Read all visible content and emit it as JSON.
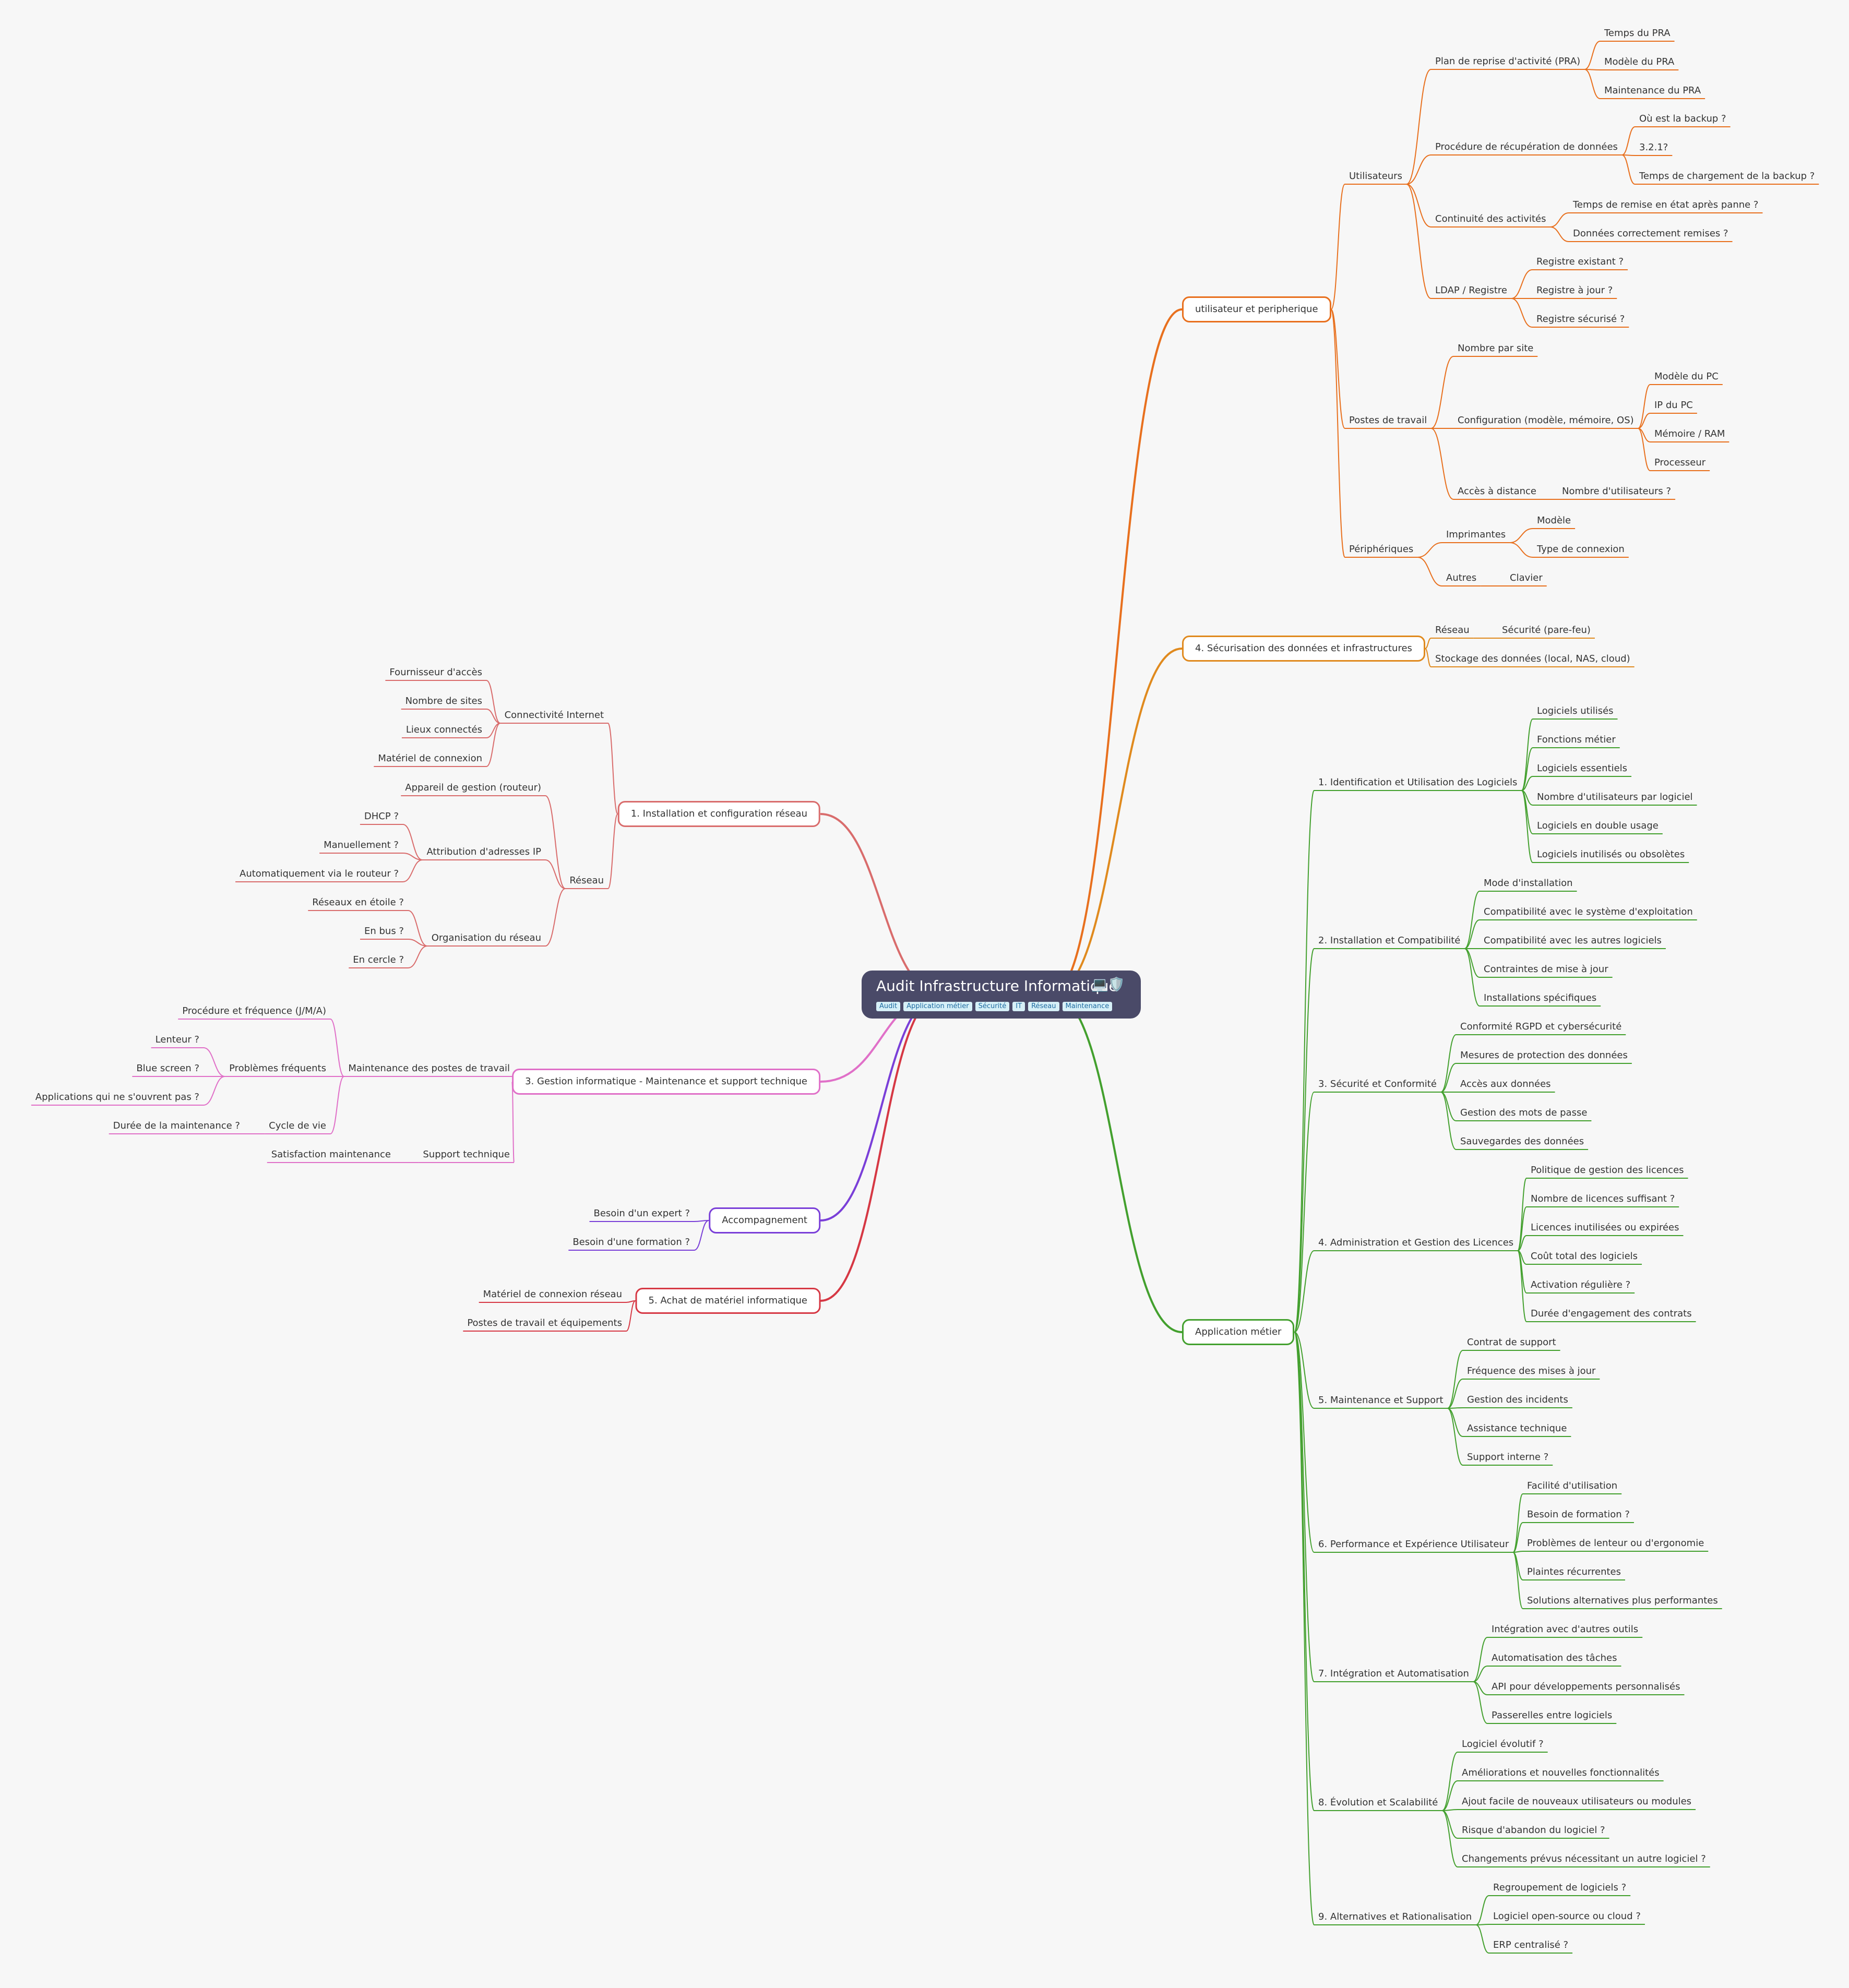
{
  "root": {
    "title": "Audit Infrastructure Informatique",
    "icons": "💻🛡️",
    "tags": [
      "Audit",
      "Application métier",
      "Sécurité",
      "IT",
      "Réseau",
      "Maintenance"
    ]
  },
  "colors": {
    "user": "#e8701e",
    "secu": "#e08a1e",
    "app": "#43a02e",
    "install": "#d96c6c",
    "gestion": "#e070c8",
    "accomp": "#7a3fd8",
    "achat": "#d63844"
  },
  "branches": [
    {
      "label": "utilisateur et peripherique",
      "color_key": "user",
      "children": [
        {
          "label": "Utilisateurs",
          "children": [
            {
              "label": "Plan de reprise d'activité (PRA)",
              "children": [
                {
                  "label": "Temps du PRA"
                },
                {
                  "label": "Modèle du PRA"
                },
                {
                  "label": "Maintenance du PRA"
                }
              ]
            },
            {
              "label": "Procédure de récupération de données",
              "children": [
                {
                  "label": "Où est la backup ?"
                },
                {
                  "label": "3.2.1?"
                },
                {
                  "label": "Temps de chargement de la backup ?"
                }
              ]
            },
            {
              "label": "Continuité des activités",
              "children": [
                {
                  "label": "Temps de remise en état après panne ?"
                },
                {
                  "label": "Données correctement remises ?"
                }
              ]
            },
            {
              "label": "LDAP / Registre",
              "children": [
                {
                  "label": "Registre existant ?"
                },
                {
                  "label": "Registre à jour ?"
                },
                {
                  "label": "Registre sécurisé ?"
                }
              ]
            }
          ]
        },
        {
          "label": "Postes de travail",
          "children": [
            {
              "label": "Nombre par site"
            },
            {
              "label": "Configuration (modèle, mémoire, OS)",
              "children": [
                {
                  "label": "Modèle du PC"
                },
                {
                  "label": "IP du PC"
                },
                {
                  "label": "Mémoire / RAM"
                },
                {
                  "label": "Processeur"
                }
              ]
            },
            {
              "label": "Accès à distance",
              "children": [
                {
                  "label": "Nombre d'utilisateurs ?"
                }
              ]
            }
          ]
        },
        {
          "label": "Périphériques",
          "children": [
            {
              "label": "Imprimantes",
              "children": [
                {
                  "label": "Modèle"
                },
                {
                  "label": "Type de connexion"
                }
              ]
            },
            {
              "label": "Autres",
              "children": [
                {
                  "label": "Clavier"
                }
              ]
            }
          ]
        }
      ]
    },
    {
      "label": "4. Sécurisation des données et infrastructures",
      "color_key": "secu",
      "children": [
        {
          "label": "Réseau",
          "children": [
            {
              "label": "Sécurité (pare-feu)"
            }
          ]
        },
        {
          "label": "Stockage des données (local, NAS, cloud)"
        }
      ]
    },
    {
      "label": "Application métier",
      "color_key": "app",
      "children": [
        {
          "label": "1. Identification et Utilisation des Logiciels",
          "children": [
            {
              "label": "Logiciels utilisés"
            },
            {
              "label": "Fonctions métier"
            },
            {
              "label": "Logiciels essentiels"
            },
            {
              "label": "Nombre d'utilisateurs par logiciel"
            },
            {
              "label": "Logiciels en double usage"
            },
            {
              "label": "Logiciels inutilisés ou obsolètes"
            }
          ]
        },
        {
          "label": "2. Installation et Compatibilité",
          "children": [
            {
              "label": "Mode d'installation"
            },
            {
              "label": "Compatibilité avec le système d'exploitation"
            },
            {
              "label": "Compatibilité avec les autres logiciels"
            },
            {
              "label": "Contraintes de mise à jour"
            },
            {
              "label": "Installations spécifiques"
            }
          ]
        },
        {
          "label": "3. Sécurité et Conformité",
          "children": [
            {
              "label": "Conformité RGPD et cybersécurité"
            },
            {
              "label": "Mesures de protection des données"
            },
            {
              "label": "Accès aux données"
            },
            {
              "label": "Gestion des mots de passe"
            },
            {
              "label": "Sauvegardes des données"
            }
          ]
        },
        {
          "label": "4. Administration et Gestion des Licences",
          "children": [
            {
              "label": "Politique de gestion des licences"
            },
            {
              "label": "Nombre de licences suffisant ?"
            },
            {
              "label": "Licences inutilisées ou expirées"
            },
            {
              "label": "Coût total des logiciels"
            },
            {
              "label": "Activation régulière ?"
            },
            {
              "label": "Durée d'engagement des contrats"
            }
          ]
        },
        {
          "label": "5. Maintenance et Support",
          "children": [
            {
              "label": "Contrat de support"
            },
            {
              "label": "Fréquence des mises à jour"
            },
            {
              "label": "Gestion des incidents"
            },
            {
              "label": "Assistance technique"
            },
            {
              "label": "Support interne ?"
            }
          ]
        },
        {
          "label": "6. Performance et Expérience Utilisateur",
          "children": [
            {
              "label": "Facilité d'utilisation"
            },
            {
              "label": "Besoin de formation ?"
            },
            {
              "label": "Problèmes de lenteur ou d'ergonomie"
            },
            {
              "label": "Plaintes récurrentes"
            },
            {
              "label": "Solutions alternatives plus performantes"
            }
          ]
        },
        {
          "label": "7. Intégration et Automatisation",
          "children": [
            {
              "label": "Intégration avec d'autres outils"
            },
            {
              "label": "Automatisation des tâches"
            },
            {
              "label": "API pour développements personnalisés"
            },
            {
              "label": "Passerelles entre logiciels"
            }
          ]
        },
        {
          "label": "8. Évolution et Scalabilité",
          "children": [
            {
              "label": "Logiciel évolutif ?"
            },
            {
              "label": "Améliorations et nouvelles fonctionnalités"
            },
            {
              "label": "Ajout facile de nouveaux utilisateurs ou modules"
            },
            {
              "label": "Risque d'abandon du logiciel ?"
            },
            {
              "label": "Changements prévus nécessitant un autre logiciel ?"
            }
          ]
        },
        {
          "label": "9. Alternatives et Rationalisation",
          "children": [
            {
              "label": "Regroupement de logiciels ?"
            },
            {
              "label": "Logiciel open-source ou cloud ?"
            },
            {
              "label": "ERP centralisé ?"
            }
          ]
        }
      ]
    },
    {
      "label": "1. Installation et configuration réseau",
      "color_key": "install",
      "children": [
        {
          "label": "Connectivité Internet",
          "children": [
            {
              "label": "Fournisseur d'accès"
            },
            {
              "label": "Nombre de sites"
            },
            {
              "label": "Lieux connectés"
            },
            {
              "label": "Matériel de connexion"
            }
          ]
        },
        {
          "label": "Réseau",
          "children": [
            {
              "label": "Appareil de gestion (routeur)"
            },
            {
              "label": "Attribution d'adresses IP",
              "children": [
                {
                  "label": "DHCP ?"
                },
                {
                  "label": "Manuellement ?"
                },
                {
                  "label": "Automatiquement via le routeur ?"
                }
              ]
            },
            {
              "label": "Organisation du réseau",
              "children": [
                {
                  "label": "Réseaux en étoile ?"
                },
                {
                  "label": "En bus ?"
                },
                {
                  "label": "En cercle ?"
                }
              ]
            }
          ]
        }
      ]
    },
    {
      "label": "3. Gestion informatique - Maintenance et support technique",
      "color_key": "gestion",
      "children": [
        {
          "label": "Maintenance des postes de travail",
          "children": [
            {
              "label": "Procédure et fréquence (J/M/A)"
            },
            {
              "label": "Problèmes fréquents",
              "children": [
                {
                  "label": "Lenteur ?"
                },
                {
                  "label": "Blue screen ?"
                },
                {
                  "label": "Applications qui ne s'ouvrent pas ?"
                }
              ]
            },
            {
              "label": "Cycle de vie",
              "children": [
                {
                  "label": "Durée de la maintenance ?"
                }
              ]
            }
          ]
        },
        {
          "label": "Support technique",
          "children": [
            {
              "label": "Satisfaction maintenance"
            }
          ]
        }
      ]
    },
    {
      "label": "Accompagnement",
      "color_key": "accomp",
      "children": [
        {
          "label": "Besoin d'un expert ?"
        },
        {
          "label": "Besoin d'une formation ?"
        }
      ]
    },
    {
      "label": "5. Achat de matériel informatique",
      "color_key": "achat",
      "children": [
        {
          "label": "Matériel de connexion réseau"
        },
        {
          "label": "Postes de travail et équipements"
        }
      ]
    }
  ]
}
